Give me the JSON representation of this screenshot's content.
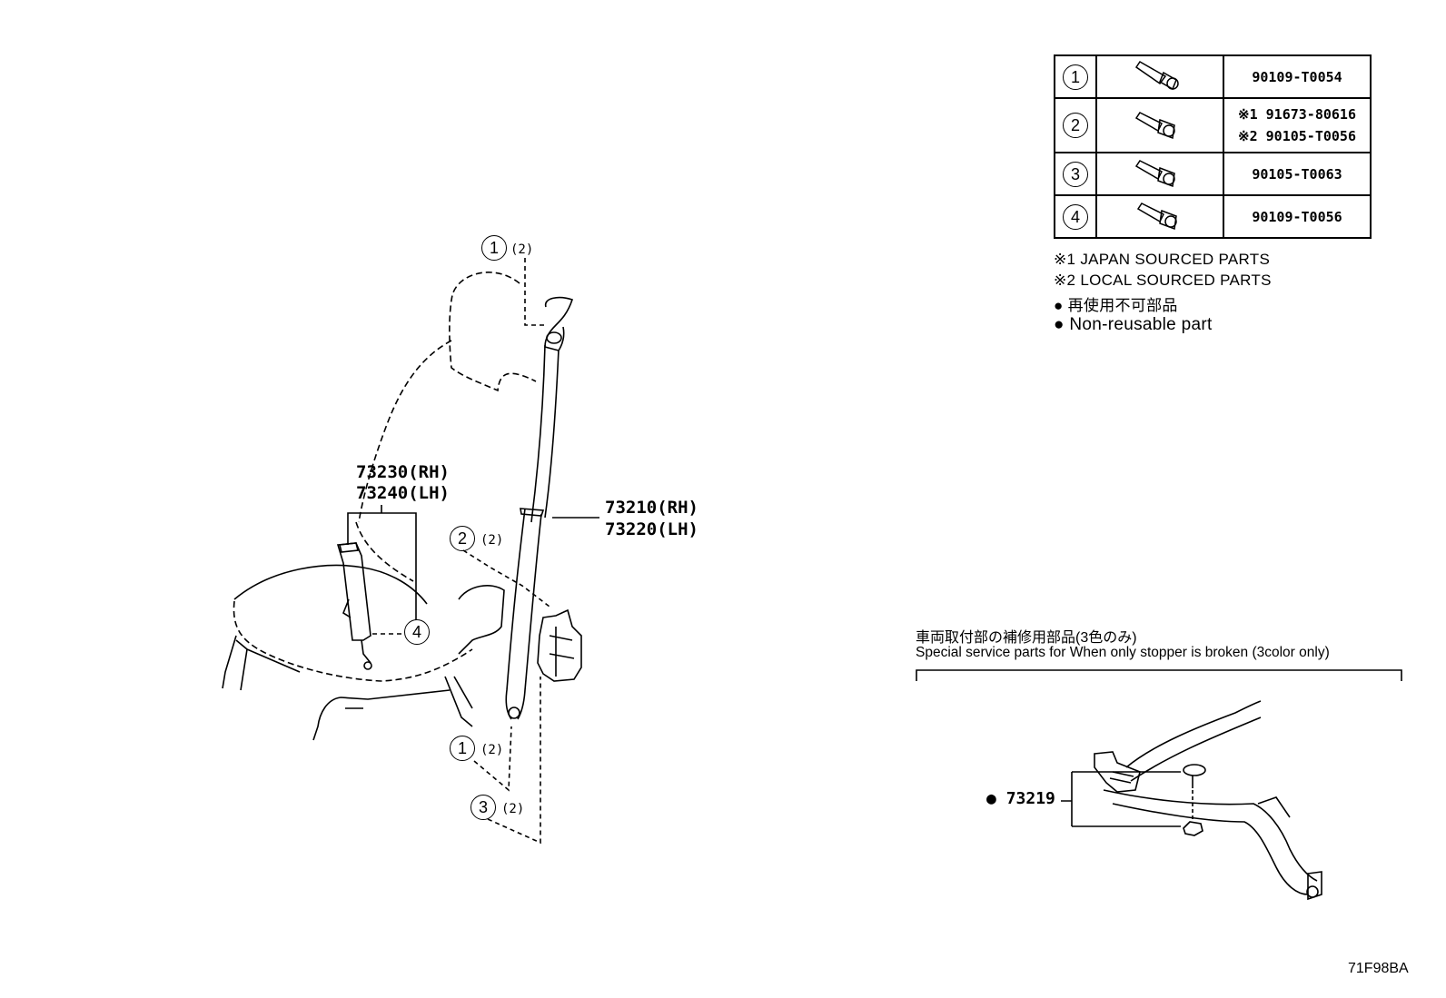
{
  "fastener_table": {
    "rows": [
      {
        "key": "1",
        "parts": [
          "90109-T0054"
        ]
      },
      {
        "key": "2",
        "parts": [
          "※1 91673-80616",
          "※2 90105-T0056"
        ]
      },
      {
        "key": "3",
        "parts": [
          "90105-T0063"
        ]
      },
      {
        "key": "4",
        "parts": [
          "90109-T0056"
        ]
      }
    ]
  },
  "notes": {
    "japan": "※1 JAPAN SOURCED PARTS",
    "local": "※2 LOCAL SOURCED PARTS",
    "nonreuse_jp": "● 再使用不可部品",
    "nonreuse_en": "● Non-reusable part"
  },
  "parts": {
    "buckle_rh": "73230(RH)",
    "buckle_lh": "73240(LH)",
    "belt_rh": "73210(RH)",
    "belt_lh": "73220(LH)",
    "stopper": "73219",
    "stopper_marker": "●"
  },
  "callouts": {
    "c1_top": {
      "key": "1",
      "qty": "(2)"
    },
    "c2": {
      "key": "2",
      "qty": "(2)"
    },
    "c1_bottom": {
      "key": "1",
      "qty": "(2)"
    },
    "c3": {
      "key": "3",
      "qty": "(2)"
    },
    "c4": {
      "key": "4"
    }
  },
  "special_service": {
    "jp": "車両取付部の補修用部品(3色のみ)",
    "en": "Special service parts for When only stopper is broken (3color only)"
  },
  "figure_code": "71F98BA"
}
